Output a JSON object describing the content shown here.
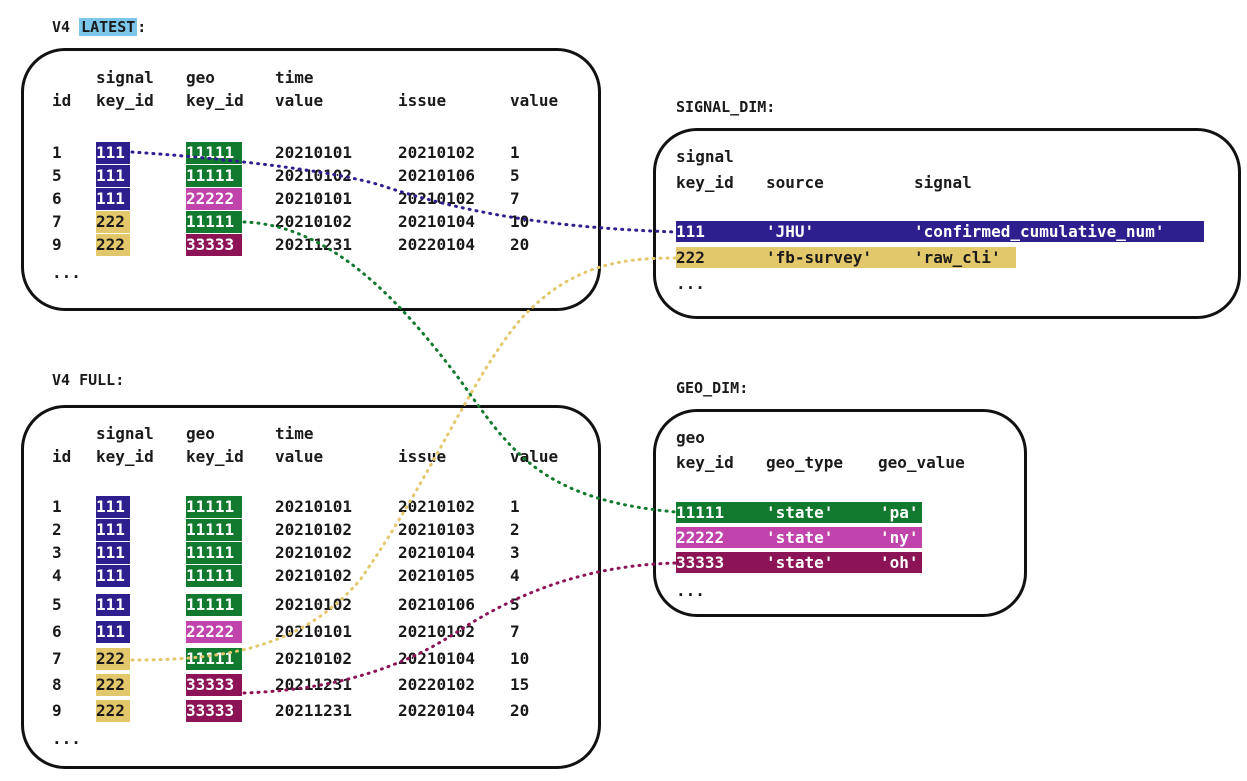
{
  "colors": {
    "signal_111": "#2e1f8e",
    "signal_222": "#e3c76b",
    "geo_11111": "#127a2f",
    "geo_22222": "#c044ac",
    "geo_33333": "#8c1456",
    "latest_highlight": "#7cc6ec"
  },
  "latest": {
    "label_prefix": "V4",
    "label_highlight": "LATEST",
    "label_suffix": ":",
    "headers": {
      "id": "id",
      "signal_top": "signal",
      "signal_bottom": "key_id",
      "geo_top": "geo",
      "geo_bottom": "key_id",
      "time_top": "time",
      "time_bottom": "value",
      "issue": "issue",
      "value": "value"
    },
    "rows": [
      {
        "id": "1",
        "signal": "111",
        "geo": "11111",
        "time": "20210101",
        "issue": "20210102",
        "value": "1"
      },
      {
        "id": "5",
        "signal": "111",
        "geo": "11111",
        "time": "20210102",
        "issue": "20210106",
        "value": "5"
      },
      {
        "id": "6",
        "signal": "111",
        "geo": "22222",
        "time": "20210101",
        "issue": "20210102",
        "value": "7"
      },
      {
        "id": "7",
        "signal": "222",
        "geo": "11111",
        "time": "20210102",
        "issue": "20210104",
        "value": "10"
      },
      {
        "id": "9",
        "signal": "222",
        "geo": "33333",
        "time": "20211231",
        "issue": "20220104",
        "value": "20"
      }
    ],
    "ellipsis": "..."
  },
  "full": {
    "label": "V4 FULL:",
    "headers": {
      "id": "id",
      "signal_top": "signal",
      "signal_bottom": "key_id",
      "geo_top": "geo",
      "geo_bottom": "key_id",
      "time_top": "time",
      "time_bottom": "value",
      "issue": "issue",
      "value": "value"
    },
    "rows": [
      {
        "id": "1",
        "signal": "111",
        "geo": "11111",
        "time": "20210101",
        "issue": "20210102",
        "value": "1"
      },
      {
        "id": "2",
        "signal": "111",
        "geo": "11111",
        "time": "20210102",
        "issue": "20210103",
        "value": "2"
      },
      {
        "id": "3",
        "signal": "111",
        "geo": "11111",
        "time": "20210102",
        "issue": "20210104",
        "value": "3"
      },
      {
        "id": "4",
        "signal": "111",
        "geo": "11111",
        "time": "20210102",
        "issue": "20210105",
        "value": "4"
      },
      {
        "id": "5",
        "signal": "111",
        "geo": "11111",
        "time": "20210102",
        "issue": "20210106",
        "value": "5"
      },
      {
        "id": "6",
        "signal": "111",
        "geo": "22222",
        "time": "20210101",
        "issue": "20210102",
        "value": "7"
      },
      {
        "id": "7",
        "signal": "222",
        "geo": "11111",
        "time": "20210102",
        "issue": "20210104",
        "value": "10"
      },
      {
        "id": "8",
        "signal": "222",
        "geo": "33333",
        "time": "20211231",
        "issue": "20220102",
        "value": "15"
      },
      {
        "id": "9",
        "signal": "222",
        "geo": "33333",
        "time": "20211231",
        "issue": "20220104",
        "value": "20"
      }
    ],
    "ellipsis": "..."
  },
  "signal_dim": {
    "label": "SIGNAL_DIM:",
    "headers": {
      "key_top": "signal",
      "key_bottom": "key_id",
      "source": "source",
      "signal": "signal"
    },
    "rows": [
      {
        "key": "111",
        "source": "'JHU'",
        "signal": "'confirmed_cumulative_num'"
      },
      {
        "key": "222",
        "source": "'fb-survey'",
        "signal": "'raw_cli'"
      }
    ],
    "ellipsis": "..."
  },
  "geo_dim": {
    "label": "GEO_DIM:",
    "headers": {
      "key_top": "geo",
      "key_bottom": "key_id",
      "geo_type": "geo_type",
      "geo_value": "geo_value"
    },
    "rows": [
      {
        "key": "11111",
        "geo_type": "'state'",
        "geo_value": "'pa'"
      },
      {
        "key": "22222",
        "geo_type": "'state'",
        "geo_value": "'ny'"
      },
      {
        "key": "33333",
        "geo_type": "'state'",
        "geo_value": "'oh'"
      }
    ],
    "ellipsis": "..."
  }
}
